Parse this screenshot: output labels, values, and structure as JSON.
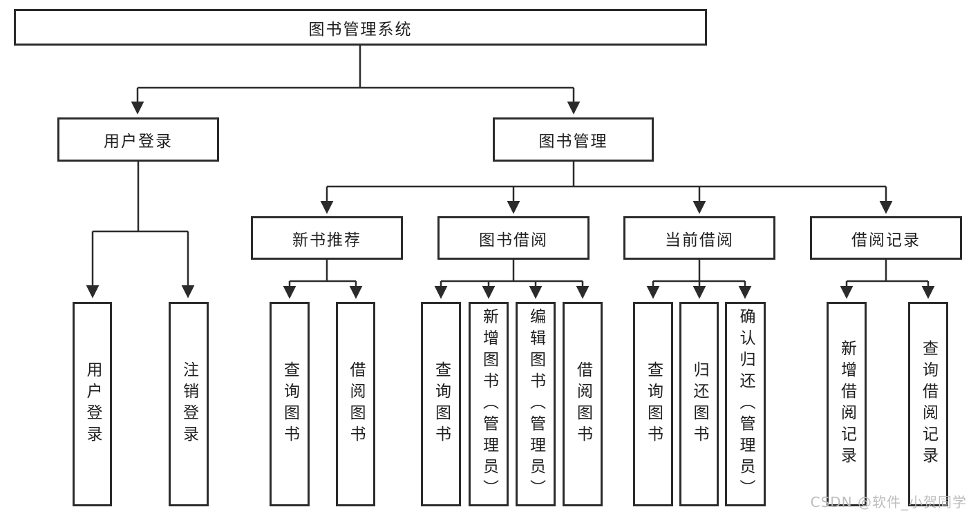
{
  "tree": {
    "root": {
      "label": "图书管理系统"
    },
    "branches": [
      {
        "label": "用户登录",
        "children": [
          {
            "label": "用户登录"
          },
          {
            "label": "注销登录"
          }
        ]
      },
      {
        "label": "图书管理",
        "children": [
          {
            "label": "新书推荐",
            "children": [
              {
                "label": "查询图书"
              },
              {
                "label": "借阅图书"
              }
            ]
          },
          {
            "label": "图书借阅",
            "children": [
              {
                "label": "查询图书"
              },
              {
                "label": "新增图书（管理员）"
              },
              {
                "label": "编辑图书（管理员）"
              },
              {
                "label": "借阅图书"
              }
            ]
          },
          {
            "label": "当前借阅",
            "children": [
              {
                "label": "查询图书"
              },
              {
                "label": "归还图书"
              },
              {
                "label": "确认归还（管理员）"
              }
            ]
          },
          {
            "label": "借阅记录",
            "children": [
              {
                "label": "新增借阅记录"
              },
              {
                "label": "查询借阅记录"
              }
            ]
          }
        ]
      }
    ]
  },
  "watermark": {
    "text": "CSDN @软件_小贺同学",
    "color": "#b9b9b9"
  },
  "colors": {
    "line": "#2b2b2b",
    "box_border": "#2b2b2b",
    "background": "#ffffff",
    "text": "#1f1f1f"
  }
}
